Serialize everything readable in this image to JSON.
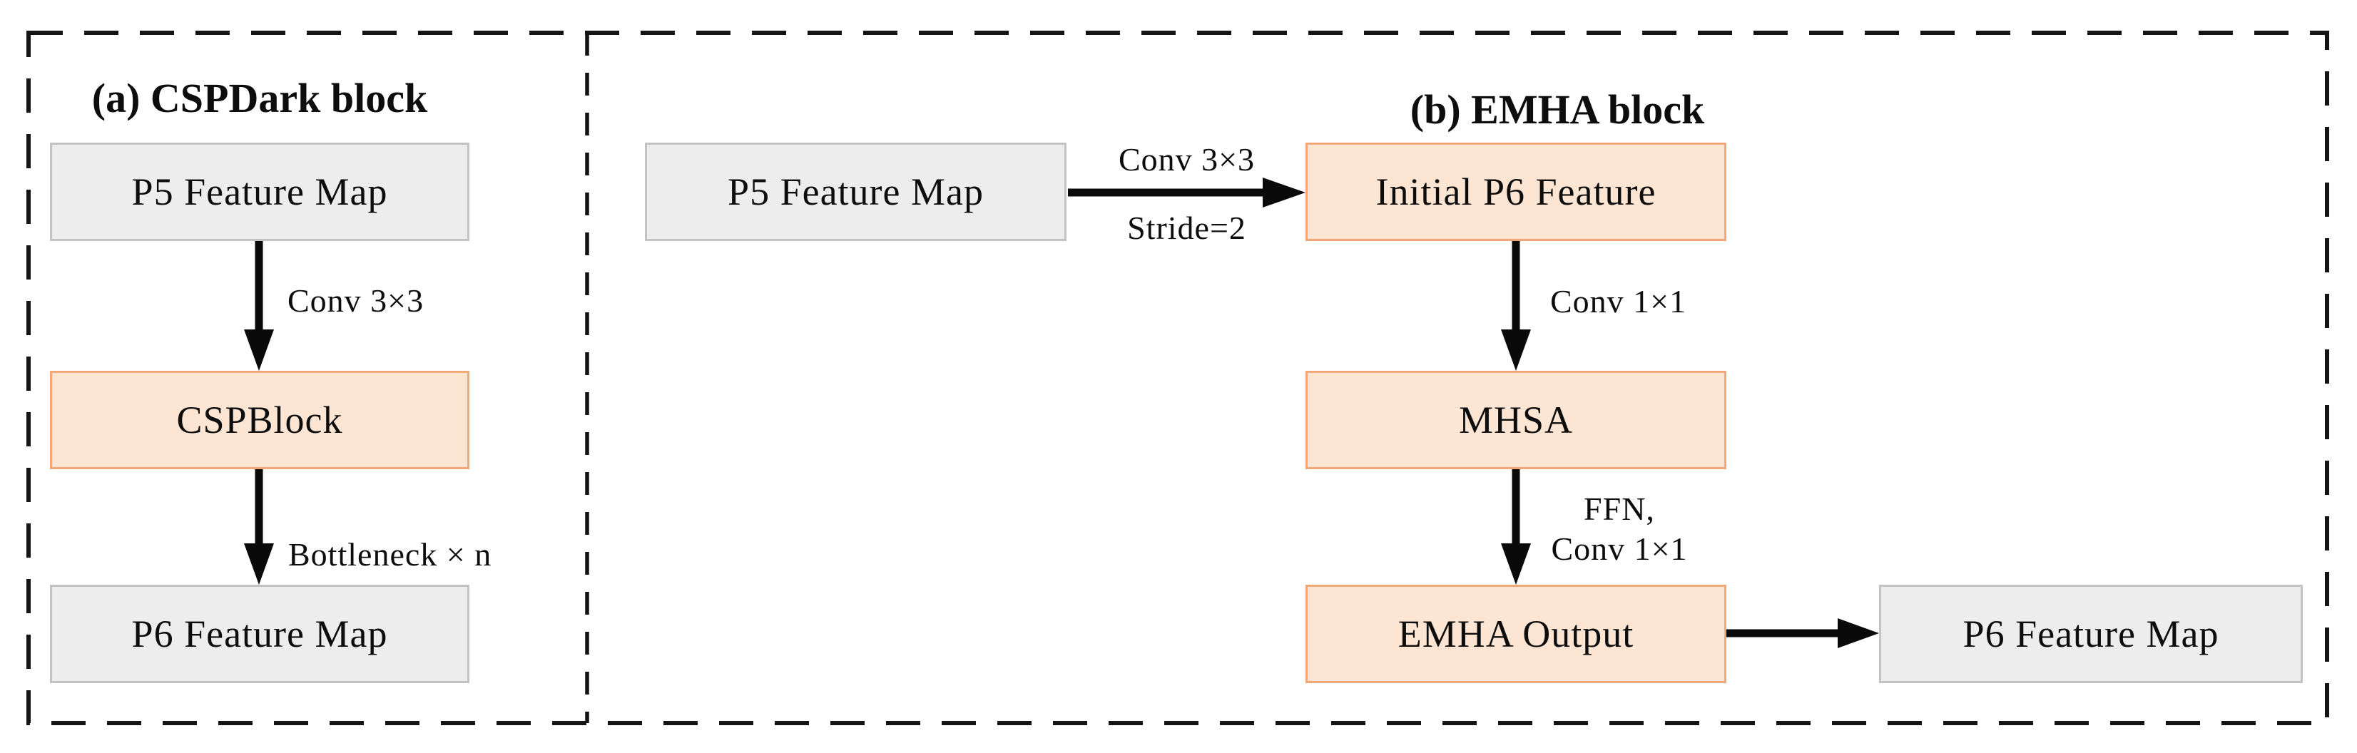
{
  "panel_a": {
    "title": "(a) CSPDark block",
    "node_p5": "P5 Feature Map",
    "node_csp": "CSPBlock",
    "node_p6": "P6 Feature Map",
    "edge_conv": "Conv 3×3",
    "edge_bottleneck": "Bottleneck × n"
  },
  "panel_b": {
    "title": "(b) EMHA block",
    "node_p5": "P5 Feature Map",
    "node_initial_p6": "Initial P6 Feature",
    "node_mhsa": "MHSA",
    "node_emha": "EMHA Output",
    "node_p6": "P6 Feature Map",
    "edge_conv3": "Conv 3×3",
    "edge_stride": "Stride=2",
    "edge_conv1": "Conv 1×1",
    "edge_ffn_line1": "FFN,",
    "edge_ffn_line2": "Conv 1×1"
  },
  "colors": {
    "gray_fill": "#ededed",
    "gray_border": "#c3c3c3",
    "orange_fill": "#fce5d2",
    "orange_border": "#f2a876",
    "line": "#0a0a0a"
  }
}
